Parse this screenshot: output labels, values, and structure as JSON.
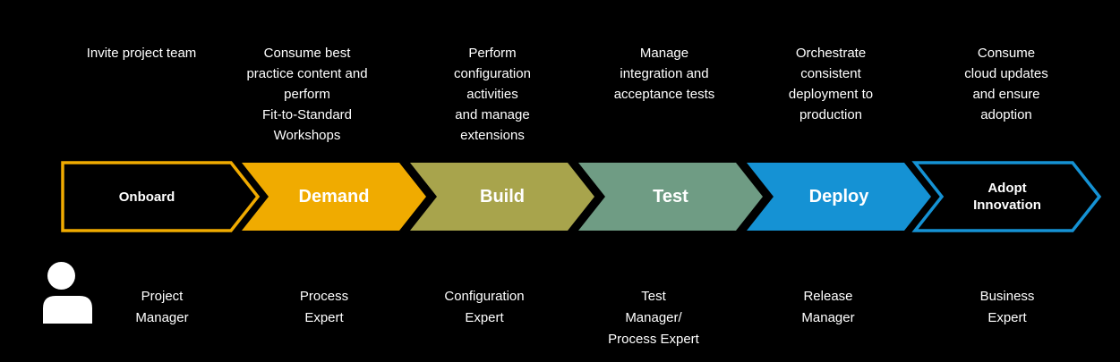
{
  "background": "#000000",
  "text_color": "#ffffff",
  "stages": [
    {
      "label": "Onboard",
      "fill": "#000000",
      "border": "#F0AB00",
      "description": "Invite project team",
      "role": "Project\nManager"
    },
    {
      "label": "Demand",
      "fill": "#F0AB00",
      "description": "Consume best\npractice content and\nperform\nFit-to-Standard\nWorkshops",
      "role": "Process\nExpert"
    },
    {
      "label": "Build",
      "fill": "#A8A44C",
      "description": "Perform\nconfiguration\nactivities\nand manage\nextensions",
      "role": "Configuration\nExpert"
    },
    {
      "label": "Test",
      "fill": "#6F9C84",
      "description": "Manage\nintegration and\nacceptance tests",
      "role": "Test\nManager/\nProcess Expert"
    },
    {
      "label": "Deploy",
      "fill": "#1592D4",
      "description": "Orchestrate\nconsistent\ndeployment to\nproduction",
      "role": "Release\nManager"
    },
    {
      "label": "Adopt\nInnovation",
      "fill": "#000000",
      "border": "#1592D4",
      "description": "Consume\ncloud updates\nand ensure\nadoption",
      "role": "Business\nExpert"
    }
  ],
  "person_icon": {
    "name": "person-icon",
    "color": "#ffffff"
  }
}
